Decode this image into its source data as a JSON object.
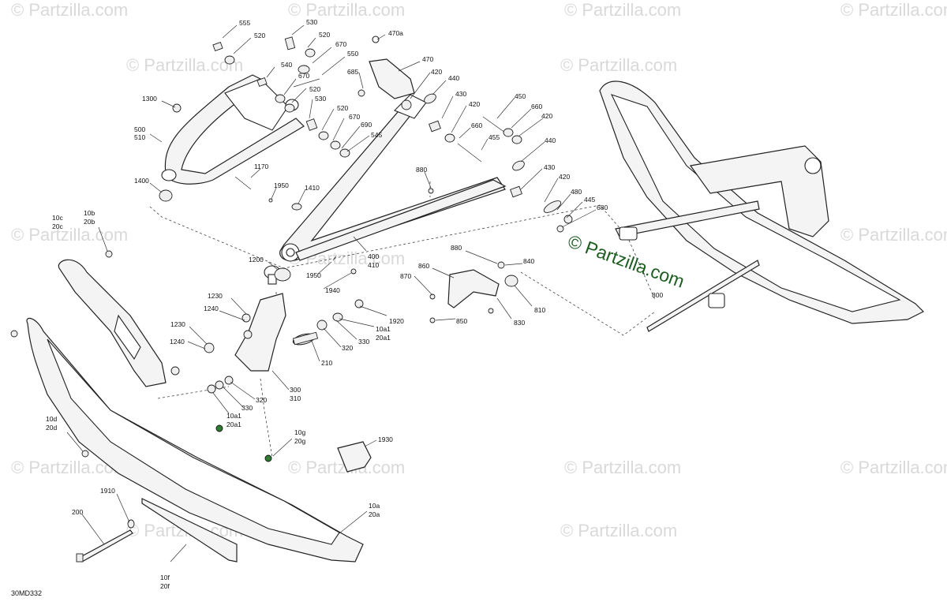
{
  "watermark": "© Partzilla.com",
  "brand_watermark": "© Partzilla.com",
  "diagram_code": "30MD332",
  "callouts": [
    {
      "id": "c555",
      "text": "555"
    },
    {
      "id": "c520a",
      "text": "520"
    },
    {
      "id": "c530a",
      "text": "530"
    },
    {
      "id": "c520b",
      "text": "520"
    },
    {
      "id": "c670a",
      "text": "670"
    },
    {
      "id": "c550",
      "text": "550"
    },
    {
      "id": "c470a",
      "text": "470a"
    },
    {
      "id": "c470",
      "text": "470"
    },
    {
      "id": "c540",
      "text": "540"
    },
    {
      "id": "c670b",
      "text": "670"
    },
    {
      "id": "c520c",
      "text": "520"
    },
    {
      "id": "c685",
      "text": "685"
    },
    {
      "id": "c420a",
      "text": "420"
    },
    {
      "id": "c440a",
      "text": "440"
    },
    {
      "id": "c530b",
      "text": "530"
    },
    {
      "id": "c520d",
      "text": "520"
    },
    {
      "id": "c670c",
      "text": "670"
    },
    {
      "id": "c690",
      "text": "690"
    },
    {
      "id": "c545",
      "text": "545"
    },
    {
      "id": "c430a",
      "text": "430"
    },
    {
      "id": "c420b",
      "text": "420"
    },
    {
      "id": "c450",
      "text": "450"
    },
    {
      "id": "c660a",
      "text": "660"
    },
    {
      "id": "c420c",
      "text": "420"
    },
    {
      "id": "c660b",
      "text": "660"
    },
    {
      "id": "c455",
      "text": "455"
    },
    {
      "id": "c1300",
      "text": "1300"
    },
    {
      "id": "c500",
      "text": "500"
    },
    {
      "id": "c510",
      "text": "510"
    },
    {
      "id": "c440b",
      "text": "440"
    },
    {
      "id": "c1170",
      "text": "1170"
    },
    {
      "id": "c880a",
      "text": "880"
    },
    {
      "id": "c430b",
      "text": "430"
    },
    {
      "id": "c420d",
      "text": "420"
    },
    {
      "id": "c1400",
      "text": "1400"
    },
    {
      "id": "c1950a",
      "text": "1950"
    },
    {
      "id": "c1410",
      "text": "1410"
    },
    {
      "id": "c480",
      "text": "480"
    },
    {
      "id": "c445",
      "text": "445"
    },
    {
      "id": "c680",
      "text": "680"
    },
    {
      "id": "c10c",
      "text": "10c"
    },
    {
      "id": "c20c",
      "text": "20c"
    },
    {
      "id": "c10b",
      "text": "10b"
    },
    {
      "id": "c20b",
      "text": "20b"
    },
    {
      "id": "c880b",
      "text": "880"
    },
    {
      "id": "c400",
      "text": "400"
    },
    {
      "id": "c410",
      "text": "410"
    },
    {
      "id": "c860",
      "text": "860"
    },
    {
      "id": "c840",
      "text": "840"
    },
    {
      "id": "c1200",
      "text": "1200"
    },
    {
      "id": "c1950b",
      "text": "1950"
    },
    {
      "id": "c870",
      "text": "870"
    },
    {
      "id": "c1940",
      "text": "1940"
    },
    {
      "id": "c800",
      "text": "800"
    },
    {
      "id": "c1230a",
      "text": "1230"
    },
    {
      "id": "c1920",
      "text": "1920"
    },
    {
      "id": "c810",
      "text": "810"
    },
    {
      "id": "c1240a",
      "text": "1240"
    },
    {
      "id": "c850",
      "text": "850"
    },
    {
      "id": "c830",
      "text": "830"
    },
    {
      "id": "c10a1a",
      "text": "10a1"
    },
    {
      "id": "c20a1a",
      "text": "20a1"
    },
    {
      "id": "c1230b",
      "text": "1230"
    },
    {
      "id": "c330a",
      "text": "330"
    },
    {
      "id": "c320a",
      "text": "320"
    },
    {
      "id": "c1240b",
      "text": "1240"
    },
    {
      "id": "c210",
      "text": "210"
    },
    {
      "id": "c300",
      "text": "300"
    },
    {
      "id": "c310",
      "text": "310"
    },
    {
      "id": "c320b",
      "text": "320"
    },
    {
      "id": "c330b",
      "text": "330"
    },
    {
      "id": "c10a1b",
      "text": "10a1"
    },
    {
      "id": "c20a1b",
      "text": "20a1"
    },
    {
      "id": "c10d",
      "text": "10d"
    },
    {
      "id": "c20d",
      "text": "20d"
    },
    {
      "id": "c10g",
      "text": "10g"
    },
    {
      "id": "c20g",
      "text": "20g"
    },
    {
      "id": "c1930",
      "text": "1930"
    },
    {
      "id": "c1910",
      "text": "1910"
    },
    {
      "id": "c200",
      "text": "200"
    },
    {
      "id": "c10a",
      "text": "10a"
    },
    {
      "id": "c20a",
      "text": "20a"
    },
    {
      "id": "c10f",
      "text": "10f"
    },
    {
      "id": "c20f",
      "text": "20f"
    }
  ]
}
